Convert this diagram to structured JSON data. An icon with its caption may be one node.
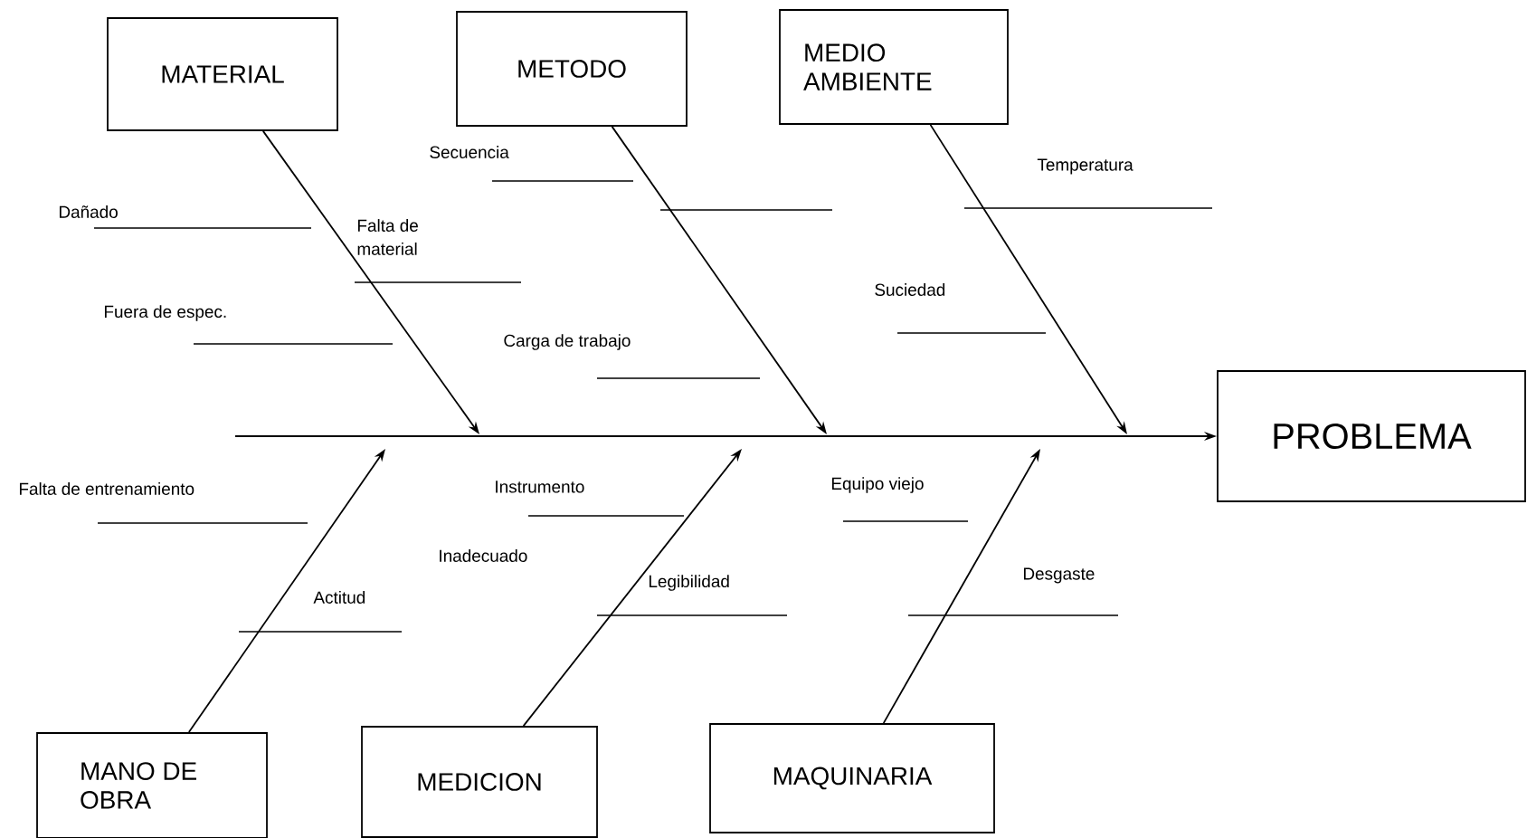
{
  "diagram": {
    "nodes": [
      {
        "text": [
          "MATERIAL"
        ]
      },
      {
        "text": [
          "METODO"
        ]
      },
      {
        "text": [
          "MEDIO AMBIENTE"
        ]
      },
      {
        "text": [
          "MANO DE OBRA"
        ]
      },
      {
        "text": [
          "MEDICION"
        ]
      },
      {
        "text": [
          "MAQUINARIA"
        ]
      },
      {
        "text": [
          "PROBLEMA"
        ]
      }
    ],
    "edges": [
      {
        "from": null,
        "to": 6,
        "arrow": "to"
      },
      {
        "from": 0,
        "to": null,
        "arrow": "to"
      },
      {
        "from": 1,
        "to": null,
        "arrow": "to"
      },
      {
        "from": 2,
        "to": null,
        "arrow": "to"
      },
      {
        "from": 3,
        "to": null,
        "arrow": "to"
      },
      {
        "from": 4,
        "to": null,
        "arrow": "to"
      },
      {
        "from": 5,
        "to": null,
        "arrow": "to"
      }
    ],
    "labels": [
      "Dañado",
      "Falta de material",
      "Fuera de espec.",
      "Secuencia",
      "Carga de trabajo",
      "Temperatura",
      "Suciedad",
      "Falta de entrenamiento",
      "Actitud",
      "Instrumento",
      "Inadecuado",
      "Legibilidad",
      "Equipo viejo",
      "Desgaste"
    ]
  }
}
